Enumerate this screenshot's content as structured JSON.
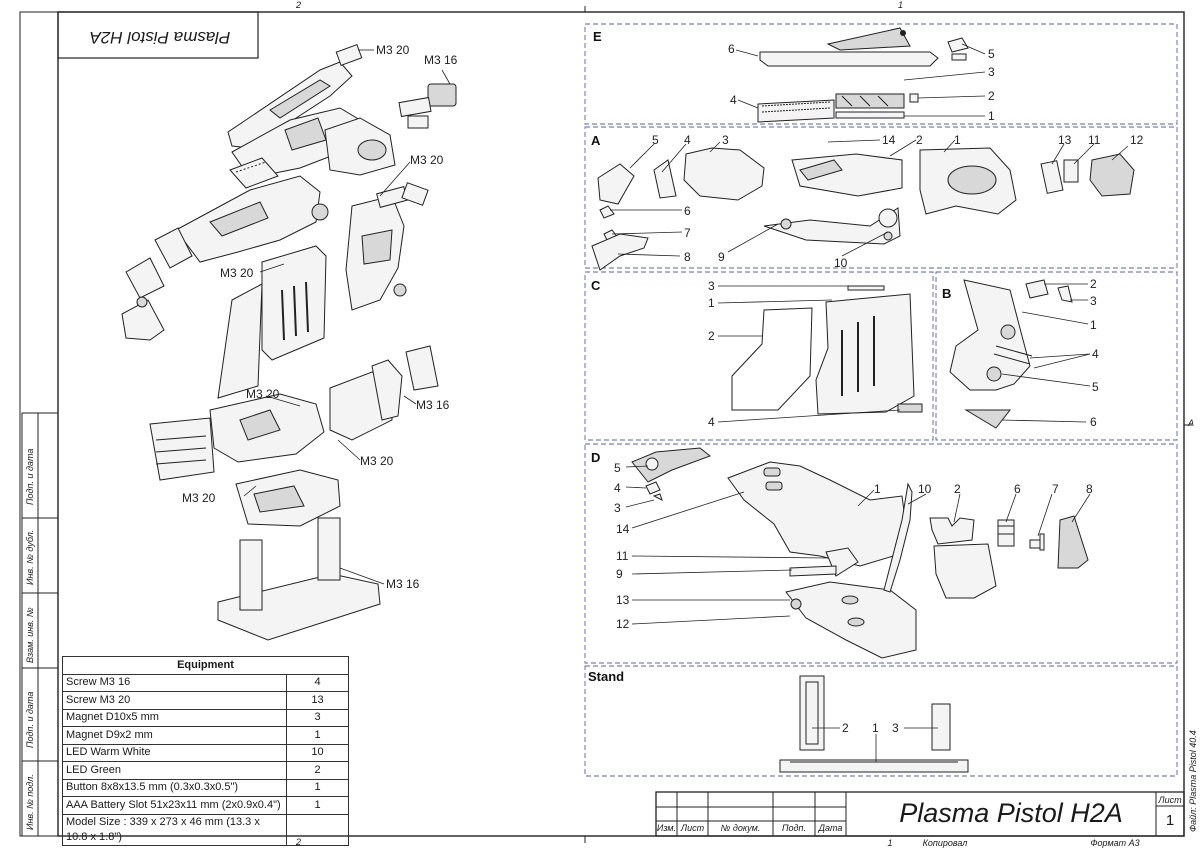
{
  "sheet": {
    "header_title_rotated": "Plasma Pistol H2A",
    "zone_numbers_top": [
      "2",
      "1"
    ],
    "zone_numbers_bottom": [
      "2",
      "1"
    ],
    "zone_letter_right": "A",
    "side_file_label": "Файл: Plasma Pistol 40.4"
  },
  "side_strip": {
    "labels": [
      "Подп. и дата",
      "Инв. № дубл.",
      "Взам. инв. №",
      "Подп. и дата",
      "Инв. № подл."
    ]
  },
  "exploded": {
    "callouts": [
      "M3 20",
      "M3 16",
      "M3 20",
      "M3 20",
      "M3 20",
      "M3 16",
      "M3 20",
      "M3 20",
      "M3 16"
    ]
  },
  "sections": {
    "E": {
      "title": "E",
      "numbers": [
        "6",
        "5",
        "3",
        "2",
        "4",
        "1"
      ]
    },
    "A": {
      "title": "A",
      "numbers": [
        "5",
        "4",
        "3",
        "14",
        "2",
        "1",
        "13",
        "11",
        "12",
        "6",
        "7",
        "8",
        "9",
        "10"
      ]
    },
    "C": {
      "title": "C",
      "numbers": [
        "3",
        "1",
        "2",
        "4"
      ]
    },
    "B": {
      "title": "B",
      "numbers": [
        "2",
        "3",
        "1",
        "4",
        "5",
        "6"
      ]
    },
    "D": {
      "title": "D",
      "numbers": [
        "5",
        "4",
        "3",
        "14",
        "1",
        "10",
        "2",
        "6",
        "7",
        "8",
        "11",
        "9",
        "13",
        "12"
      ]
    },
    "Stand": {
      "title": "Stand",
      "numbers": [
        "2",
        "1",
        "3"
      ]
    }
  },
  "equipment": {
    "heading": "Equipment",
    "rows": [
      {
        "item": "Screw M3 16",
        "qty": "4"
      },
      {
        "item": "Screw M3 20",
        "qty": "13"
      },
      {
        "item": "Magnet D10x5 mm",
        "qty": "3"
      },
      {
        "item": "Magnet D9x2 mm",
        "qty": "1"
      },
      {
        "item": "LED Warm White",
        "qty": "10"
      },
      {
        "item": "LED Green",
        "qty": "2"
      },
      {
        "item": "Button 8x8x13.5 mm (0.3x0.3x0.5\")",
        "qty": "1"
      },
      {
        "item": "AAA Battery Slot 51x23x11 mm (2x0.9x0.4\")",
        "qty": "1"
      },
      {
        "item": "Model Size : 339 x 273 x 46 mm (13.3 x 10.8 x 1.8\")",
        "qty": ""
      }
    ]
  },
  "title_block": {
    "title": "Plasma Pistol H2A",
    "sheet_label": "Лист",
    "sheet_number": "1",
    "col_izm": "Изм.",
    "col_list": "Лист",
    "col_doc": "№ докум.",
    "col_sign": "Подп.",
    "col_date": "Дата",
    "copied": "Копировал",
    "format": "Формат A3",
    "footer_num": "1"
  }
}
